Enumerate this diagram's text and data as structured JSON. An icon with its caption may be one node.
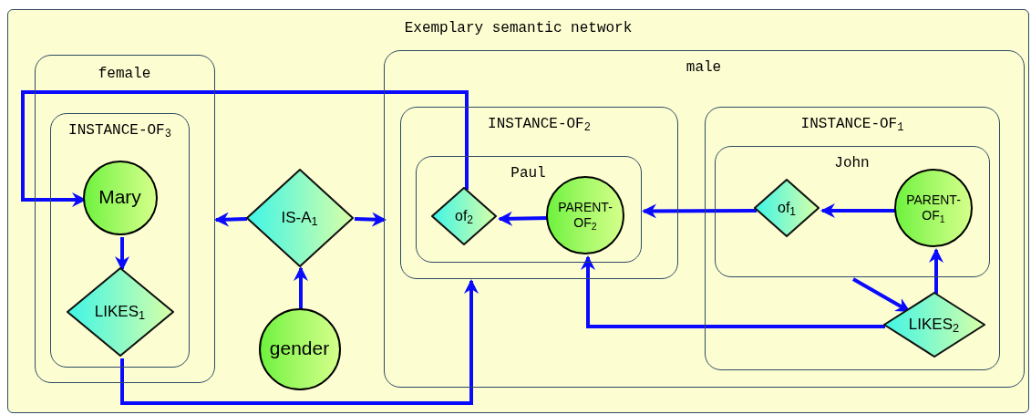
{
  "diagram": {
    "nodes": [
      {
        "text": [
          "Exemplary semantic network"
        ]
      },
      {
        "text": [
          "female"
        ],
        "in": 0
      },
      {
        "text": [
          "INSTANCE-OF$_{3}$"
        ],
        "in": 1
      },
      {
        "text": [
          "Mary"
        ],
        "in": 2
      },
      {
        "text": [
          "LIKES$_{1}$"
        ],
        "in": 2
      },
      {
        "text": [
          "IS-A$_{1}$"
        ],
        "in": 0
      },
      {
        "text": [
          "gender"
        ],
        "in": 0
      },
      {
        "text": [
          "male"
        ],
        "in": 0
      },
      {
        "text": [
          "INSTANCE-OF$_{2}$"
        ],
        "in": 7
      },
      {
        "text": [
          "Paul"
        ],
        "in": 8
      },
      {
        "text": [
          "of$_{2}$"
        ],
        "in": 9
      },
      {
        "text": [
          "PARENT-OF$_{2}$"
        ],
        "in": 9
      },
      {
        "text": [
          "INSTANCE-OF$_{1}$"
        ],
        "in": 7
      },
      {
        "text": [
          "John"
        ],
        "in": 12
      },
      {
        "text": [
          "of$_{1}$"
        ],
        "in": 13
      },
      {
        "text": [
          "PARENT-OF$_{1}$"
        ],
        "in": 13
      },
      {
        "text": [
          "LIKES$_{2}$"
        ],
        "in": 12
      }
    ],
    "edges": [
      {
        "from": 10,
        "to": 3,
        "arrow": "to"
      },
      {
        "from": 3,
        "to": 4,
        "arrow": "to"
      },
      {
        "from": 4,
        "to": 8,
        "arrow": "to"
      },
      {
        "from": 5,
        "to": 1,
        "arrow": "to"
      },
      {
        "from": 5,
        "to": 7,
        "arrow": "to"
      },
      {
        "from": 6,
        "to": 5,
        "arrow": "to"
      },
      {
        "from": 11,
        "to": 10,
        "arrow": "to"
      },
      {
        "from": 14,
        "to": 9,
        "arrow": "to"
      },
      {
        "from": 15,
        "to": 14,
        "arrow": "to"
      },
      {
        "from": 13,
        "to": 16,
        "arrow": "to"
      },
      {
        "from": 16,
        "to": 15,
        "arrow": "to"
      },
      {
        "from": 16,
        "to": 11,
        "arrow": "to"
      }
    ]
  }
}
